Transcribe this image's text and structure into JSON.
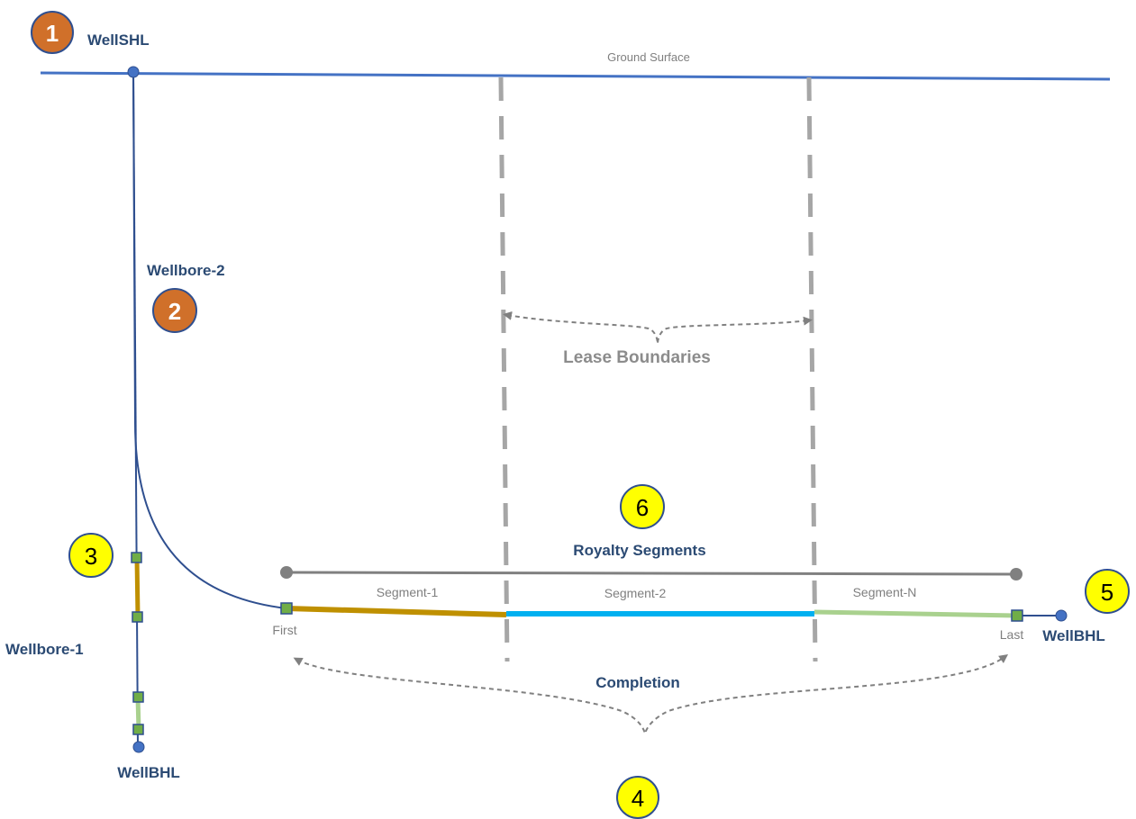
{
  "labels": {
    "well_shl": "WellSHL",
    "ground_surface": "Ground Surface",
    "wellbore_2": "Wellbore-2",
    "wellbore_1": "Wellbore-1",
    "well_bhl_left": "WellBHL",
    "well_bhl_right": "WellBHL",
    "lease_boundaries": "Lease Boundaries",
    "royalty_segments": "Royalty Segments",
    "segment_1": "Segment-1",
    "segment_2": "Segment-2",
    "segment_n": "Segment-N",
    "first": "First",
    "last": "Last",
    "completion": "Completion"
  },
  "badges": {
    "b1": "1",
    "b2": "2",
    "b3": "3",
    "b4": "4",
    "b5": "5",
    "b6": "6"
  },
  "colors": {
    "ground_line": "#4472c4",
    "wellbore_line": "#2f4f8f",
    "lease_dash": "#a6a6a6",
    "segment_1": "#bf9000",
    "segment_2": "#00b0f0",
    "segment_n": "#a9d18e",
    "badge_orange": "#d0702a",
    "badge_yellow": "#ffff00",
    "marker_green": "#70ad47",
    "royalty_line": "#808080"
  }
}
